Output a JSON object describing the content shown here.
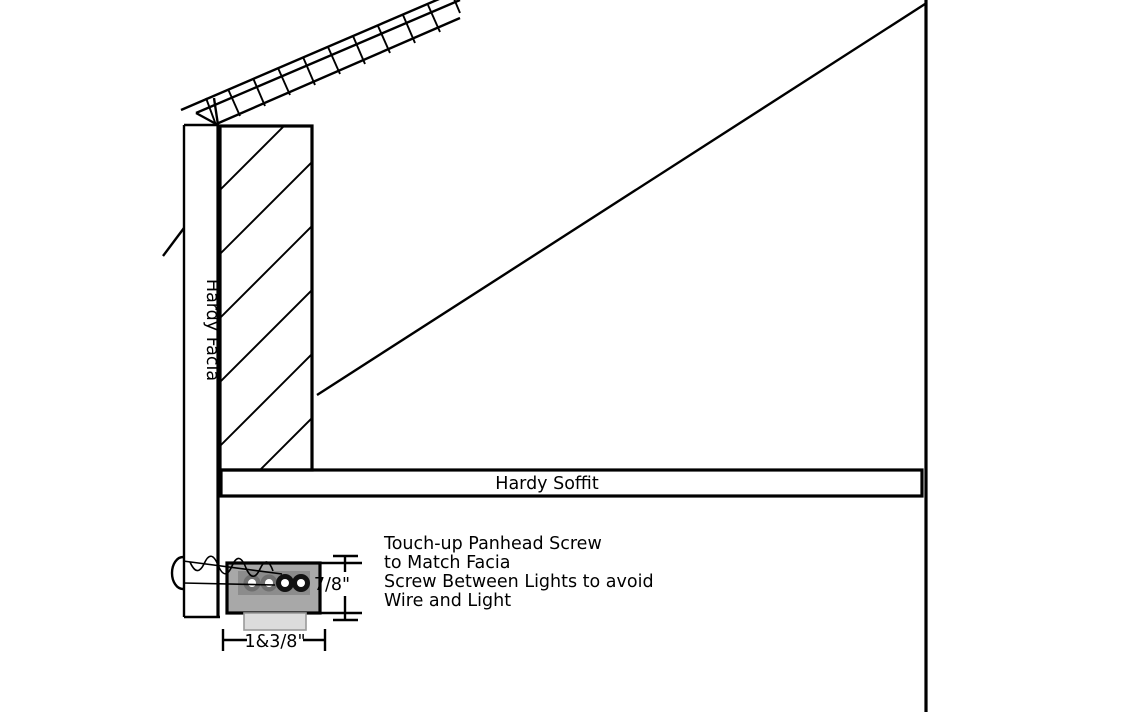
{
  "diagram": {
    "title_visible": false,
    "background_color": "#ffffff",
    "line_color": "#000000",
    "labels": {
      "facia": "Hardy Facia",
      "soffit": "Hardy Soffit"
    },
    "dimensions": {
      "height": "7/8\"",
      "width": "1&3/8\""
    },
    "notes": [
      "Touch-up Panhead Screw",
      "to Match Facia",
      "Screw Between Lights to avoid",
      "Wire and Light"
    ],
    "fixture": {
      "body_color": "#a8a8a8",
      "inner_strip_color": "#8c8c8c",
      "base_color": "#d8d8d8",
      "lens_color": "#ffffff",
      "dark_lens_color": "#1a1a1a",
      "led_count": 4
    }
  }
}
